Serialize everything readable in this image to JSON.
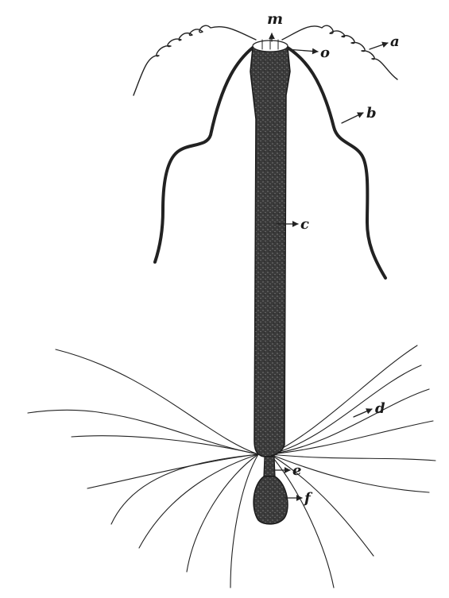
{
  "figure": {
    "labels": {
      "m": "m",
      "o": "o",
      "a": "a",
      "b": "b",
      "c": "c",
      "d": "d",
      "e": "e",
      "f": "f"
    }
  }
}
